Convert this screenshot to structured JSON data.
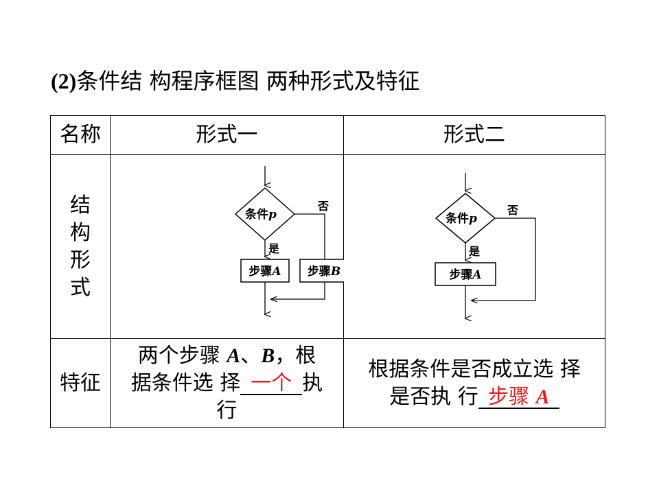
{
  "title": {
    "prefix": "(2)",
    "text": "条件结 构程序框图 两种形式及特征"
  },
  "table": {
    "headers": [
      "名称",
      "形式一",
      "形式二"
    ],
    "row_structure": {
      "label_lines": [
        "结",
        "构形",
        "式"
      ]
    },
    "row_feature": {
      "label": "特征",
      "form1": {
        "line1_pre": "两个步骤 ",
        "line1_A": "A",
        "line1_sep": "、",
        "line1_B": "B",
        "line1_post": "，根",
        "line2_pre": "据条件选 择",
        "answer": "一个",
        "line2_post": "执",
        "line3": "行"
      },
      "form2": {
        "line1": "根据条件是否成立选 择",
        "line2_pre": "是否执 行",
        "answer_text": "步骤 ",
        "answer_var": "A"
      }
    }
  },
  "flow1": {
    "condition": "条件",
    "condition_var": "p",
    "no": "否",
    "yes": "是",
    "stepA": "步骤",
    "stepA_var": "A",
    "stepB": "步骤",
    "stepB_var": "B"
  },
  "flow2": {
    "condition": "条件",
    "condition_var": "p",
    "no": "否",
    "yes": "是",
    "stepA": "步骤",
    "stepA_var": "A"
  }
}
